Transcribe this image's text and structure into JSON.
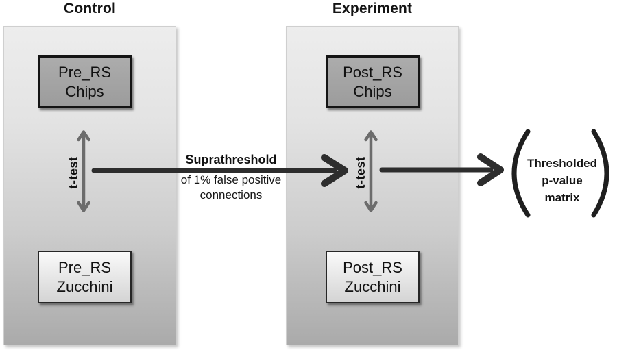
{
  "diagram": {
    "control": {
      "title": "Control",
      "top_box": {
        "line1": "Pre_RS",
        "line2": "Chips"
      },
      "bottom_box": {
        "line1": "Pre_RS",
        "line2": "Zucchini"
      },
      "ttest_label": "t-test"
    },
    "experiment": {
      "title": "Experiment",
      "top_box": {
        "line1": "Post_RS",
        "line2": "Chips"
      },
      "bottom_box": {
        "line1": "Post_RS",
        "line2": "Zucchini"
      },
      "ttest_label": "t-test"
    },
    "flow_arrow_label": {
      "line1": "Suprathreshold",
      "line2": "of 1% false positive",
      "line3": "connections"
    },
    "output": {
      "line1": "Thresholded",
      "line2": "p-value",
      "line3": "matrix"
    }
  },
  "colors": {
    "panel_gradient_top": "#ededed",
    "panel_gradient_bottom": "#aaaaaa",
    "dark_box_fill": "#a2a2a2",
    "light_box_fill_top": "#fafafa",
    "light_box_fill_bottom": "#d4d4d4",
    "box_border": "#141414",
    "ttest_arrow": "#6c6c6c",
    "flow_arrow": "#2d2d2d",
    "text": "#111111",
    "background": "#ffffff"
  }
}
